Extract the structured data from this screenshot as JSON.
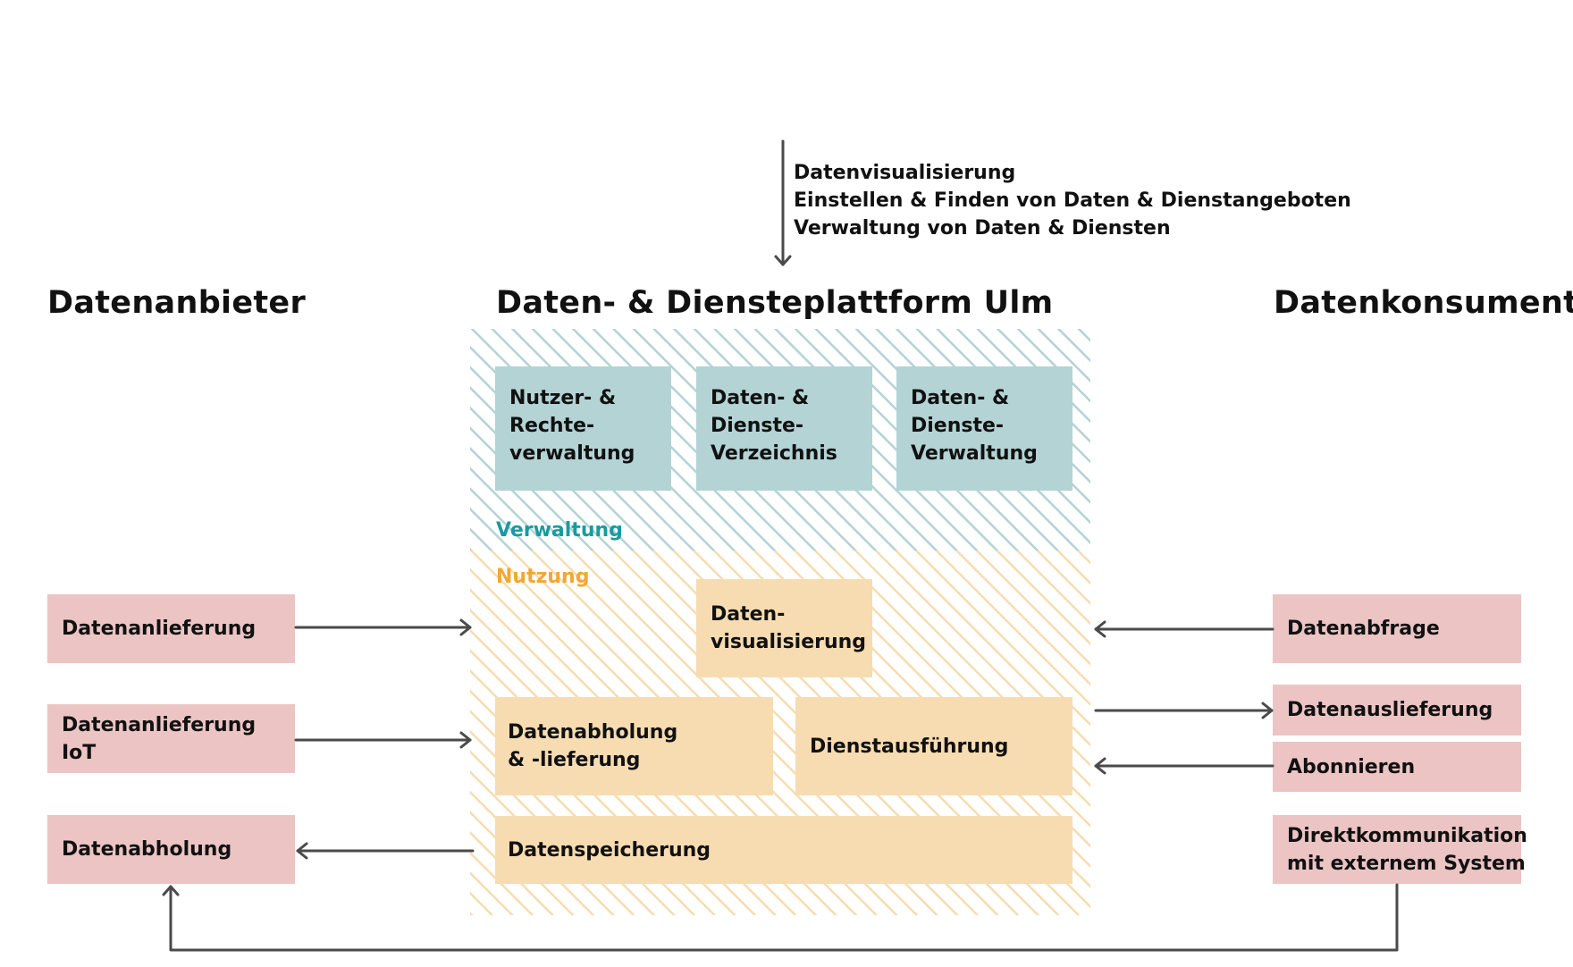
{
  "top_notes": [
    "Datenvisualisierung",
    "Einstellen & Finden von Daten & Dienstangeboten",
    "Verwaltung von Daten & Diensten"
  ],
  "headings": {
    "left": "Datenanbieter",
    "center": "Daten- & Diensteplattform Ulm",
    "right": "Datenkonsument"
  },
  "zones": {
    "verwaltung": {
      "label": "Verwaltung",
      "color": "#1a9aa0"
    },
    "nutzung": {
      "label": "Nutzung",
      "color": "#f0a830"
    }
  },
  "verwaltung_boxes": [
    "Nutzer- &\nRechte-\nverwaltung",
    "Daten- &\nDienste-\nVerzeichnis",
    "Daten- &\nDienste-\nVerwaltung"
  ],
  "nutzung_boxes": {
    "visualisierung": "Daten-\nvisualisierung",
    "abholung_lieferung": "Datenabholung\n& -lieferung",
    "dienstausfuehrung": "Dienstausführung",
    "speicherung": "Datenspeicherung"
  },
  "provider_boxes": [
    "Datenanlieferung",
    "Datenanlieferung IoT",
    "Datenabholung"
  ],
  "consumer_boxes": [
    "Datenabfrage",
    "Datenauslieferung",
    "Abonnieren",
    "Direktkommunikation\nmit externem System"
  ],
  "colors": {
    "verwaltung_fill": "#b3d3d5",
    "nutzung_fill": "#f7dcb1",
    "endpoint_fill": "#ecc4c4",
    "arrow": "#4a4a4a"
  }
}
